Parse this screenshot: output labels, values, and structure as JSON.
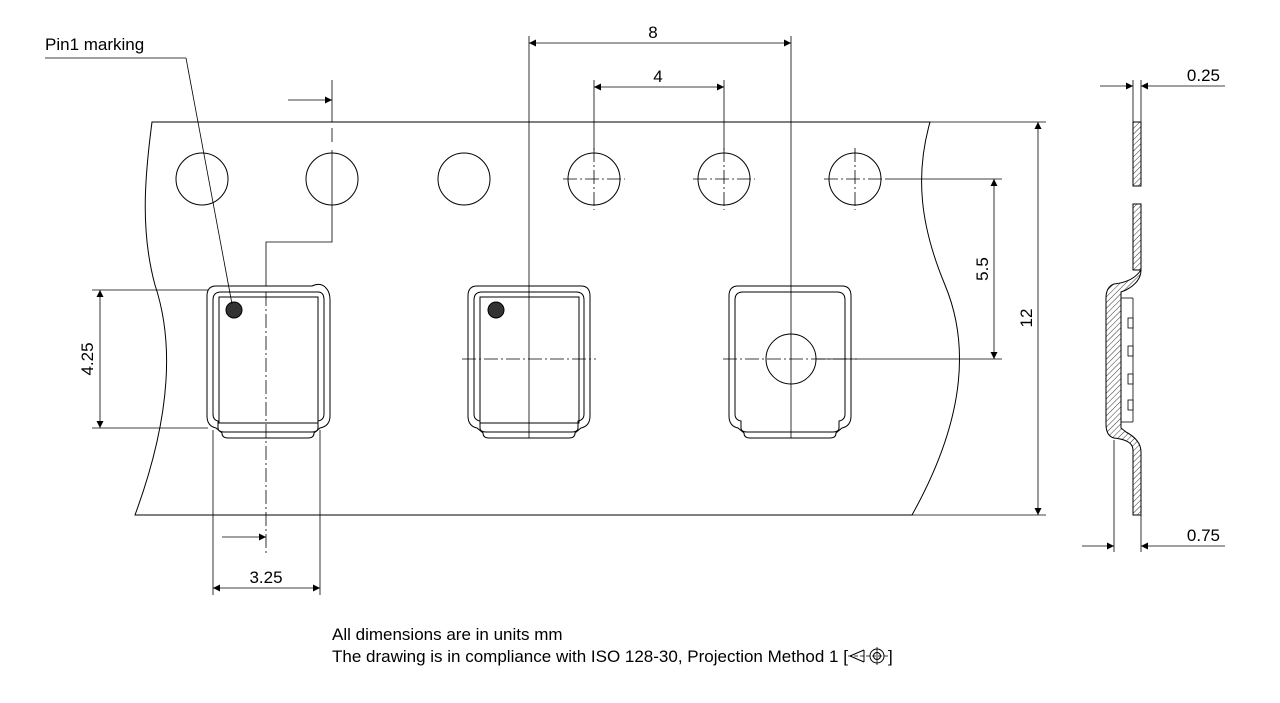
{
  "callouts": {
    "pin1_marking": "Pin1 marking"
  },
  "dimensions": {
    "sprocket_pitch": "8",
    "hole_pitch": "4",
    "hole_to_cavity": "5.5",
    "tape_width": "12",
    "cavity_length": "4.25",
    "cavity_width": "3.25",
    "tape_thickness": "0.25",
    "pocket_depth": "0.75"
  },
  "notes": {
    "line1": "All dimensions are in units mm",
    "line2": "The drawing is in compliance with ISO 128-30, Projection Method 1 [",
    "line2_end": "]",
    "projection_symbol": "first-angle-projection-icon"
  }
}
